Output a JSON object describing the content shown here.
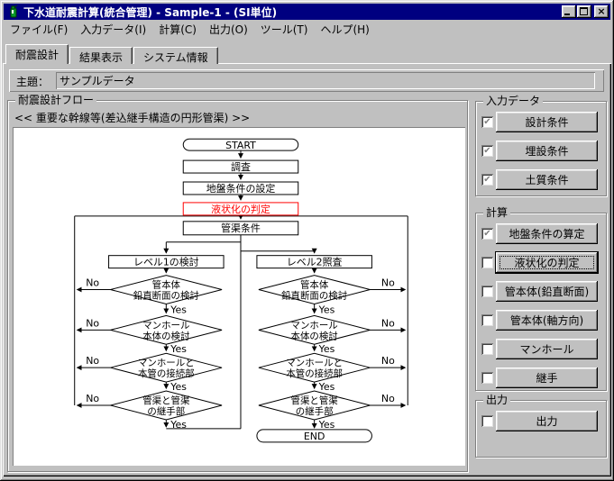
{
  "window": {
    "title": "下水道耐震計算(統合管理) - Sample-1 - (SI単位)"
  },
  "menu": {
    "items": [
      "ファイル(F)",
      "入力データ(I)",
      "計算(C)",
      "出力(O)",
      "ツール(T)",
      "ヘルプ(H)"
    ]
  },
  "tabs": {
    "items": [
      {
        "label": "耐震設計",
        "active": true
      },
      {
        "label": "結果表示",
        "active": false
      },
      {
        "label": "システム情報",
        "active": false
      }
    ]
  },
  "subject": {
    "label": "主題：",
    "value": "サンプルデータ"
  },
  "flow": {
    "group_title": "耐震設計フロー",
    "subtitle": "<< 重要な幹線等(差込継手構造の円形管渠) >>",
    "start": "START",
    "survey": "調査",
    "ground": "地盤条件の設定",
    "liquefaction": "液状化の判定",
    "pipe_cond": "管渠条件",
    "level1": "レベル1の検討",
    "level2": "レベル2照査",
    "checks": [
      {
        "line1": "管本体",
        "line2": "鉛直断面の検討"
      },
      {
        "line1": "マンホール",
        "line2": "本体の検討"
      },
      {
        "line1": "マンホールと",
        "line2": "本管の接続部"
      },
      {
        "line1": "管渠と管渠",
        "line2": "の継手部"
      }
    ],
    "yes": "Yes",
    "no": "No",
    "end": "END",
    "highlight_color": "#ff0000"
  },
  "panels": {
    "input": {
      "title": "入力データ",
      "items": [
        {
          "label": "設計条件",
          "checked": true,
          "mark": "✔"
        },
        {
          "label": "埋設条件",
          "checked": true,
          "mark": "✔"
        },
        {
          "label": "土質条件",
          "checked": true,
          "mark": "✔"
        }
      ]
    },
    "calc": {
      "title": "計算",
      "items": [
        {
          "label": "地盤条件の算定",
          "checked": true,
          "mark": "✔"
        },
        {
          "label": "液状化の判定",
          "checked": false,
          "mark": "",
          "focused": true
        },
        {
          "label": "管本体(鉛直断面)",
          "checked": false,
          "mark": ""
        },
        {
          "label": "管本体(軸方向)",
          "checked": false,
          "mark": ""
        },
        {
          "label": "マンホール",
          "checked": false,
          "mark": ""
        },
        {
          "label": "継手",
          "checked": false,
          "mark": ""
        }
      ]
    },
    "output": {
      "title": "出力",
      "items": [
        {
          "label": "出力",
          "checked": false,
          "mark": ""
        }
      ]
    }
  },
  "colors": {
    "titlebar": "#000080",
    "chrome": "#c0c0c0",
    "check": "#808080"
  }
}
